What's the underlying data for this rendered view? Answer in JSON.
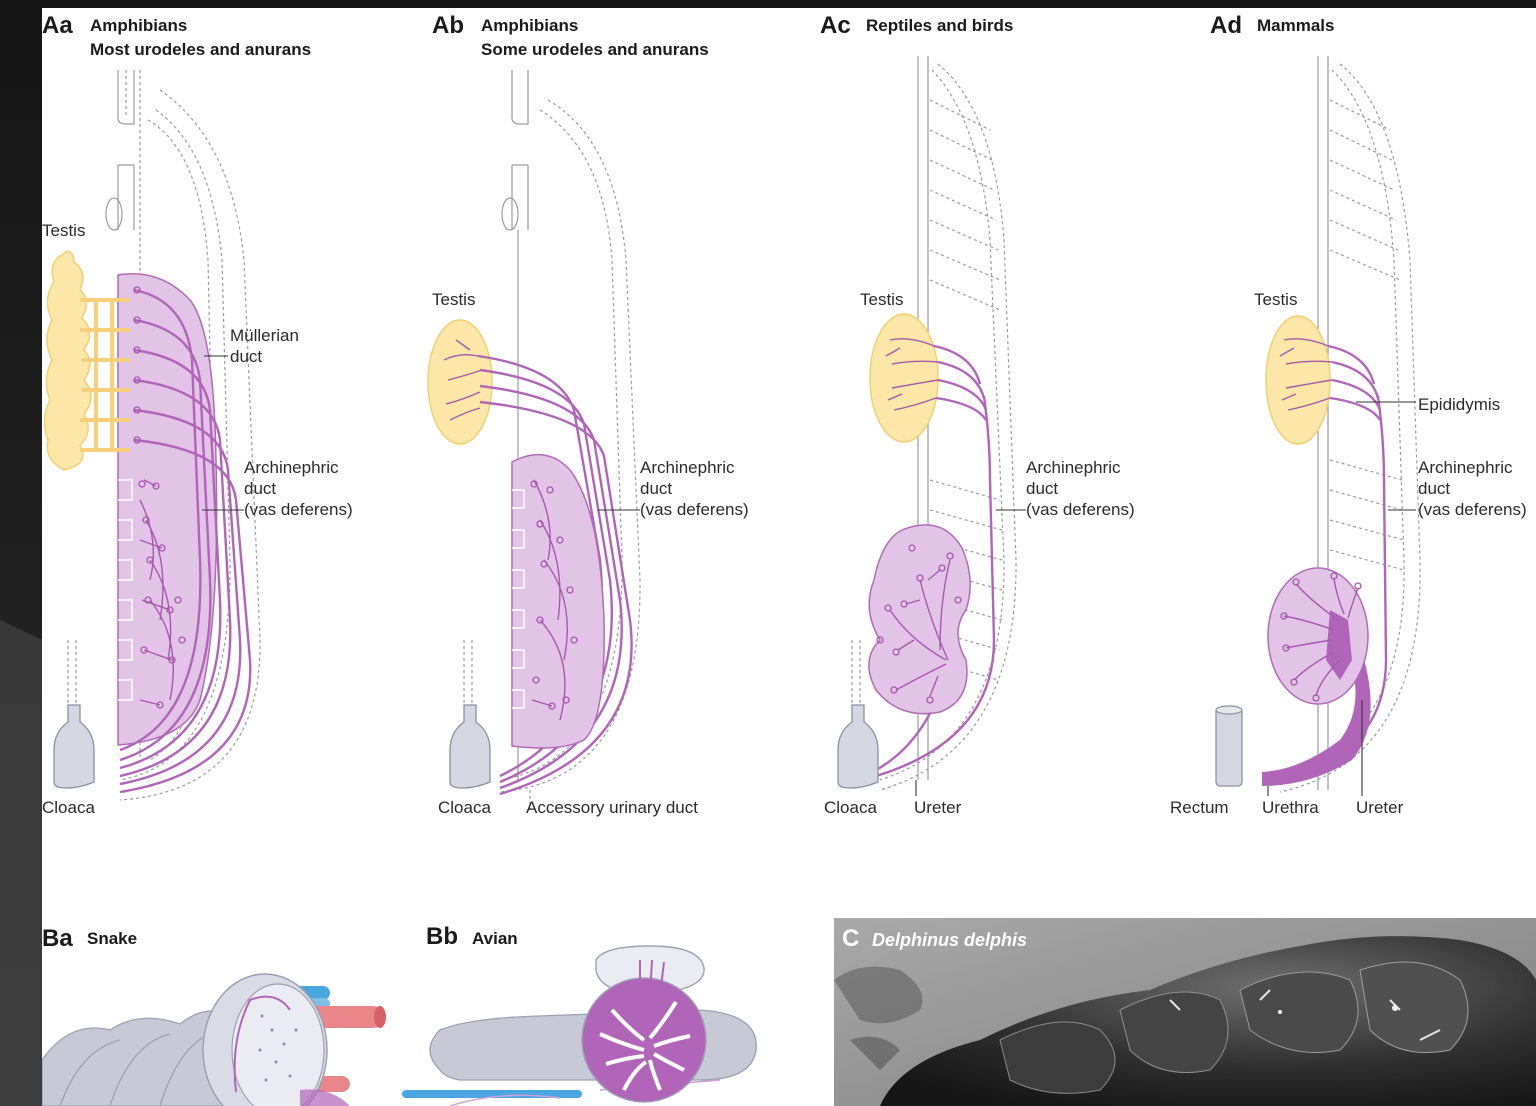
{
  "colors": {
    "background": "#1c1c1c",
    "panel": "#ffffff",
    "duct": "#b065b8",
    "kidney": "#e2c4e6",
    "testis": "#fde7a8",
    "cloaca": "#d5d7e3",
    "artery": "#e8868a",
    "vein": "#4aa6de"
  },
  "panels": {
    "Aa": {
      "tag": "Aa",
      "title": "Amphibians",
      "subtitle": "Most urodeles and anurans",
      "testis": "Testis",
      "mullerian_1": "Müllerian",
      "mullerian_2": "duct",
      "arch_1": "Archinephric",
      "arch_2": "duct",
      "arch_3": "(vas deferens)",
      "cloaca": "Cloaca"
    },
    "Ab": {
      "tag": "Ab",
      "title": "Amphibians",
      "subtitle": "Some urodeles and anurans",
      "testis": "Testis",
      "arch_1": "Archinephric",
      "arch_2": "duct",
      "arch_3": "(vas deferens)",
      "cloaca": "Cloaca",
      "accessory": "Accessory urinary duct"
    },
    "Ac": {
      "tag": "Ac",
      "title": "Reptiles and birds",
      "testis": "Testis",
      "arch_1": "Archinephric",
      "arch_2": "duct",
      "arch_3": "(vas deferens)",
      "cloaca": "Cloaca",
      "ureter": "Ureter"
    },
    "Ad": {
      "tag": "Ad",
      "title": "Mammals",
      "testis": "Testis",
      "epididymis": "Epididymis",
      "arch_1": "Archinephric",
      "arch_2": "duct",
      "arch_3": "(vas deferens)",
      "rectum": "Rectum",
      "urethra": "Urethra",
      "ureter": "Ureter"
    },
    "Ba": {
      "tag": "Ba",
      "title": "Snake"
    },
    "Bb": {
      "tag": "Bb",
      "title": "Avian"
    },
    "C": {
      "tag": "C",
      "title": "Delphinus delphis"
    }
  }
}
